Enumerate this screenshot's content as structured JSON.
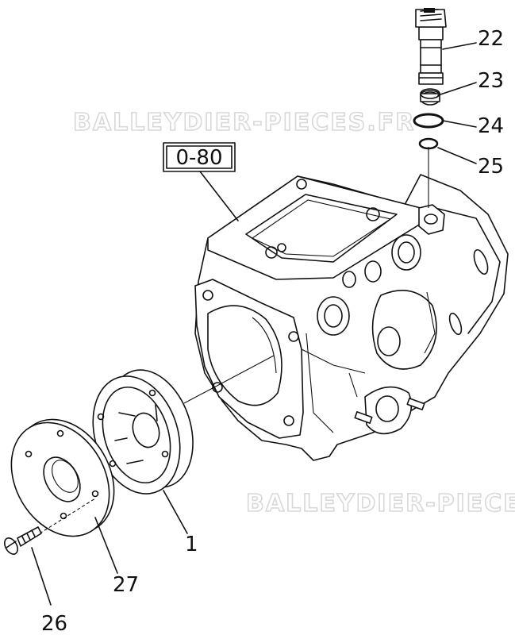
{
  "watermark": {
    "text_top": "BALLEYDIER-PIECES.FR",
    "text_bottom": "BALLEYDIER-PIECES.FR"
  },
  "reference_box": {
    "label": "0-80"
  },
  "callouts": {
    "c22": "22",
    "c23": "23",
    "c24": "24",
    "c25": "25",
    "c1": "1",
    "c27": "27",
    "c26": "26"
  },
  "colors": {
    "line": "#111111",
    "watermark": "#d8d8d8",
    "background": "#ffffff"
  }
}
